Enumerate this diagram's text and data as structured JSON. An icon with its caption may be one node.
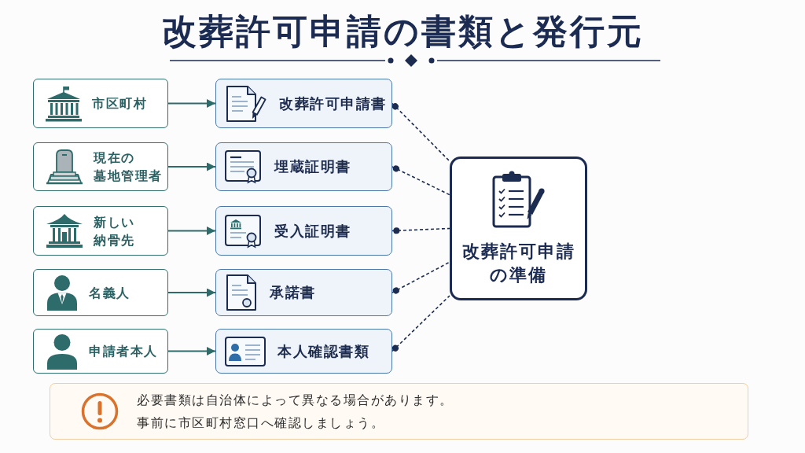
{
  "diagram": {
    "title": "改葬許可申請の書類と発行元",
    "nodes": [
      {
        "text": [
          "市区町村"
        ]
      },
      {
        "text": [
          "現在の墓地管理者"
        ]
      },
      {
        "text": [
          "新しい納骨先"
        ]
      },
      {
        "text": [
          "名義人"
        ]
      },
      {
        "text": [
          "申請者本人"
        ]
      },
      {
        "text": [
          "改葬許可申請書"
        ]
      },
      {
        "text": [
          "埋蔵証明書"
        ]
      },
      {
        "text": [
          "受入証明書"
        ]
      },
      {
        "text": [
          "承諾書"
        ]
      },
      {
        "text": [
          "本人確認書類"
        ]
      },
      {
        "text": [
          "改葬許可申請の準備"
        ]
      },
      {
        "text": [
          "必要書類は自治体によって異なる場合があります。",
          "事前に市区町村窓口へ確認しましょう。"
        ]
      }
    ],
    "edges": [
      {
        "from": 0,
        "to": 5,
        "arrow": "to"
      },
      {
        "from": 1,
        "to": 6,
        "arrow": "to"
      },
      {
        "from": 2,
        "to": 7,
        "arrow": "to"
      },
      {
        "from": 3,
        "to": 8,
        "arrow": "to"
      },
      {
        "from": 4,
        "to": 9,
        "arrow": "to"
      },
      {
        "from": 5,
        "to": 10,
        "arrow": "other",
        "style": "dashed",
        "color": "#1c2b50"
      },
      {
        "from": 6,
        "to": 10,
        "arrow": "other",
        "style": "dashed",
        "color": "#1c2b50"
      },
      {
        "from": 7,
        "to": 10,
        "arrow": "other",
        "style": "dashed",
        "color": "#1c2b50"
      },
      {
        "from": 8,
        "to": 10,
        "arrow": "other",
        "style": "dashed",
        "color": "#1c2b50"
      },
      {
        "from": 9,
        "to": 10,
        "arrow": "other",
        "style": "dashed",
        "color": "#1c2b50"
      }
    ]
  }
}
